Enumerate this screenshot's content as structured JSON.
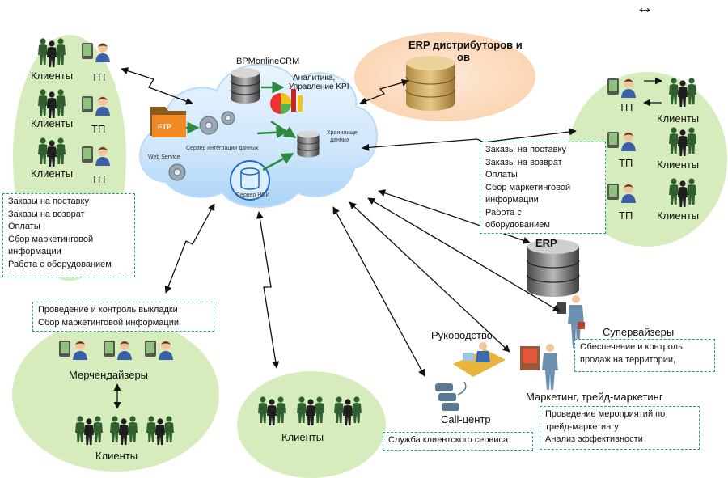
{
  "top_right_arrow": "↔",
  "cloud": {
    "crm": "BPMonlineCRM",
    "analytics_line1": "Аналитика,",
    "analytics_line2": "Управление KPI",
    "ftp": "FTP",
    "integration_server": "Сервер интеграции данных",
    "web_service": "Web Service",
    "storage_line1": "Хранилище",
    "storage_line2": "данных",
    "nsi_server": "Сервер НСИ"
  },
  "erp_distributors": {
    "line1": "ERP дистрибуторов и",
    "line2": "ов"
  },
  "left_group": {
    "rows": [
      {
        "clients": "Клиенты",
        "tp": "ТП"
      },
      {
        "clients": "Клиенты",
        "tp": "ТП"
      },
      {
        "clients": "Клиенты",
        "tp": "ТП"
      }
    ],
    "box": [
      "Заказы на поставку",
      "Заказы на возврат",
      "Оплаты",
      "Сбор маркетинговой",
      "информации",
      "Работа с оборудованием"
    ]
  },
  "right_group": {
    "rows": [
      {
        "tp": "ТП",
        "clients": "Клиенты"
      },
      {
        "tp": "ТП",
        "clients": "Клиенты"
      },
      {
        "tp": "ТП",
        "clients": "Клиенты"
      }
    ],
    "box": [
      "Заказы на поставку",
      "Заказы на возврат",
      "Оплаты",
      "Сбор маркетинговой",
      "информации",
      "Работа с",
      "оборудованием"
    ]
  },
  "merch_group": {
    "box": [
      "Проведение и контроль выкладки",
      "Сбор маркетинговой информации"
    ],
    "merchandisers": "Мерчендайзеры",
    "clients": "Клиенты"
  },
  "bottom_clients": "Клиенты",
  "erp": "ERP",
  "supervisors": {
    "title": "Супервайзеры",
    "box": [
      "Обеспечение и контроль",
      "продаж на территории,"
    ]
  },
  "management": "Руководство",
  "callcenter": {
    "title": "Call-центр",
    "box": [
      "Служба клиентского сервиса"
    ]
  },
  "marketing": {
    "title": "Маркетинг, трейд-маркетинг",
    "box": [
      "Проведение мероприятий по",
      "трейд-маркетингу",
      "Анализ эффективности"
    ]
  },
  "colors": {
    "ellipse_green": "#d7ecbc",
    "ellipse_peach": "#fcdcc0",
    "cloud_blue": "#cfe6fb",
    "box_border": "#2a9b9b",
    "arrow_green": "#2e8b3e"
  }
}
